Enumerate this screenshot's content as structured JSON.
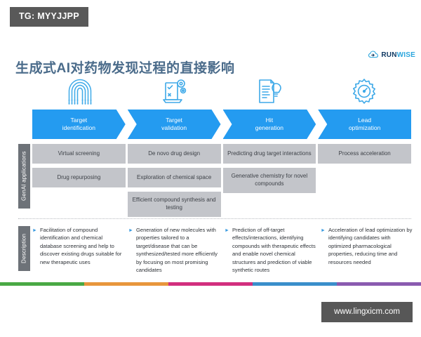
{
  "watermark": {
    "top_badge": "TG: MYYJJPP",
    "bottom_url": "www.lingxicm.com"
  },
  "header": {
    "title": "生成式AI对药物发现过程的直接影响",
    "logo": {
      "icon": "cloud-arrow-icon",
      "text_primary": "RUN",
      "text_secondary": "WISE"
    }
  },
  "stages": [
    {
      "icon": "fingerprint-icon",
      "line1": "Target",
      "line2": "identification"
    },
    {
      "icon": "clipboard-gears-icon",
      "line1": "Target",
      "line2": "validation"
    },
    {
      "icon": "document-lightbulb-icon",
      "line1": "Hit",
      "line2": "generation"
    },
    {
      "icon": "gear-gauge-icon",
      "line1": "Lead",
      "line2": "optimization"
    }
  ],
  "applications": {
    "side_label": "GenAI applications",
    "columns": [
      [
        "Virtual screening",
        "Drug repurposing"
      ],
      [
        "De novo drug design",
        "Exploration of chemical space",
        "Efficient compound synthesis and testing"
      ],
      [
        "Predicting drug target interactions",
        "Generative chemistry for novel compounds"
      ],
      [
        "Process acceleration"
      ]
    ]
  },
  "descriptions": {
    "side_label": "Description",
    "items": [
      "Facilitation of compound identification and chemical database screening and help to discover existing drugs suitable for new therapeutic uses",
      "Generation of new molecules with properties tailored to a target/disease that can be synthesized/tested more efficiently by focusing on most promising candidates",
      "Prediction of off-target effects/interactions, identifying compounds with therapeutic effects and enable novel chemical structures and prediction of viable synthetic routes",
      "Acceleration of lead optimization by identifying candidates with optimized pharmacological properties, reducing time and resources needed"
    ]
  },
  "gradient_bar": {
    "colors": [
      "#49a944",
      "#e8963c",
      "#d22f7e",
      "#3a8fcb",
      "#8a5bb0"
    ]
  },
  "theme": {
    "stage_blue": "#249bf0",
    "box_gray": "#c3c5ca",
    "side_label_gray": "#6d7278",
    "title_color": "#4a6b8a"
  }
}
